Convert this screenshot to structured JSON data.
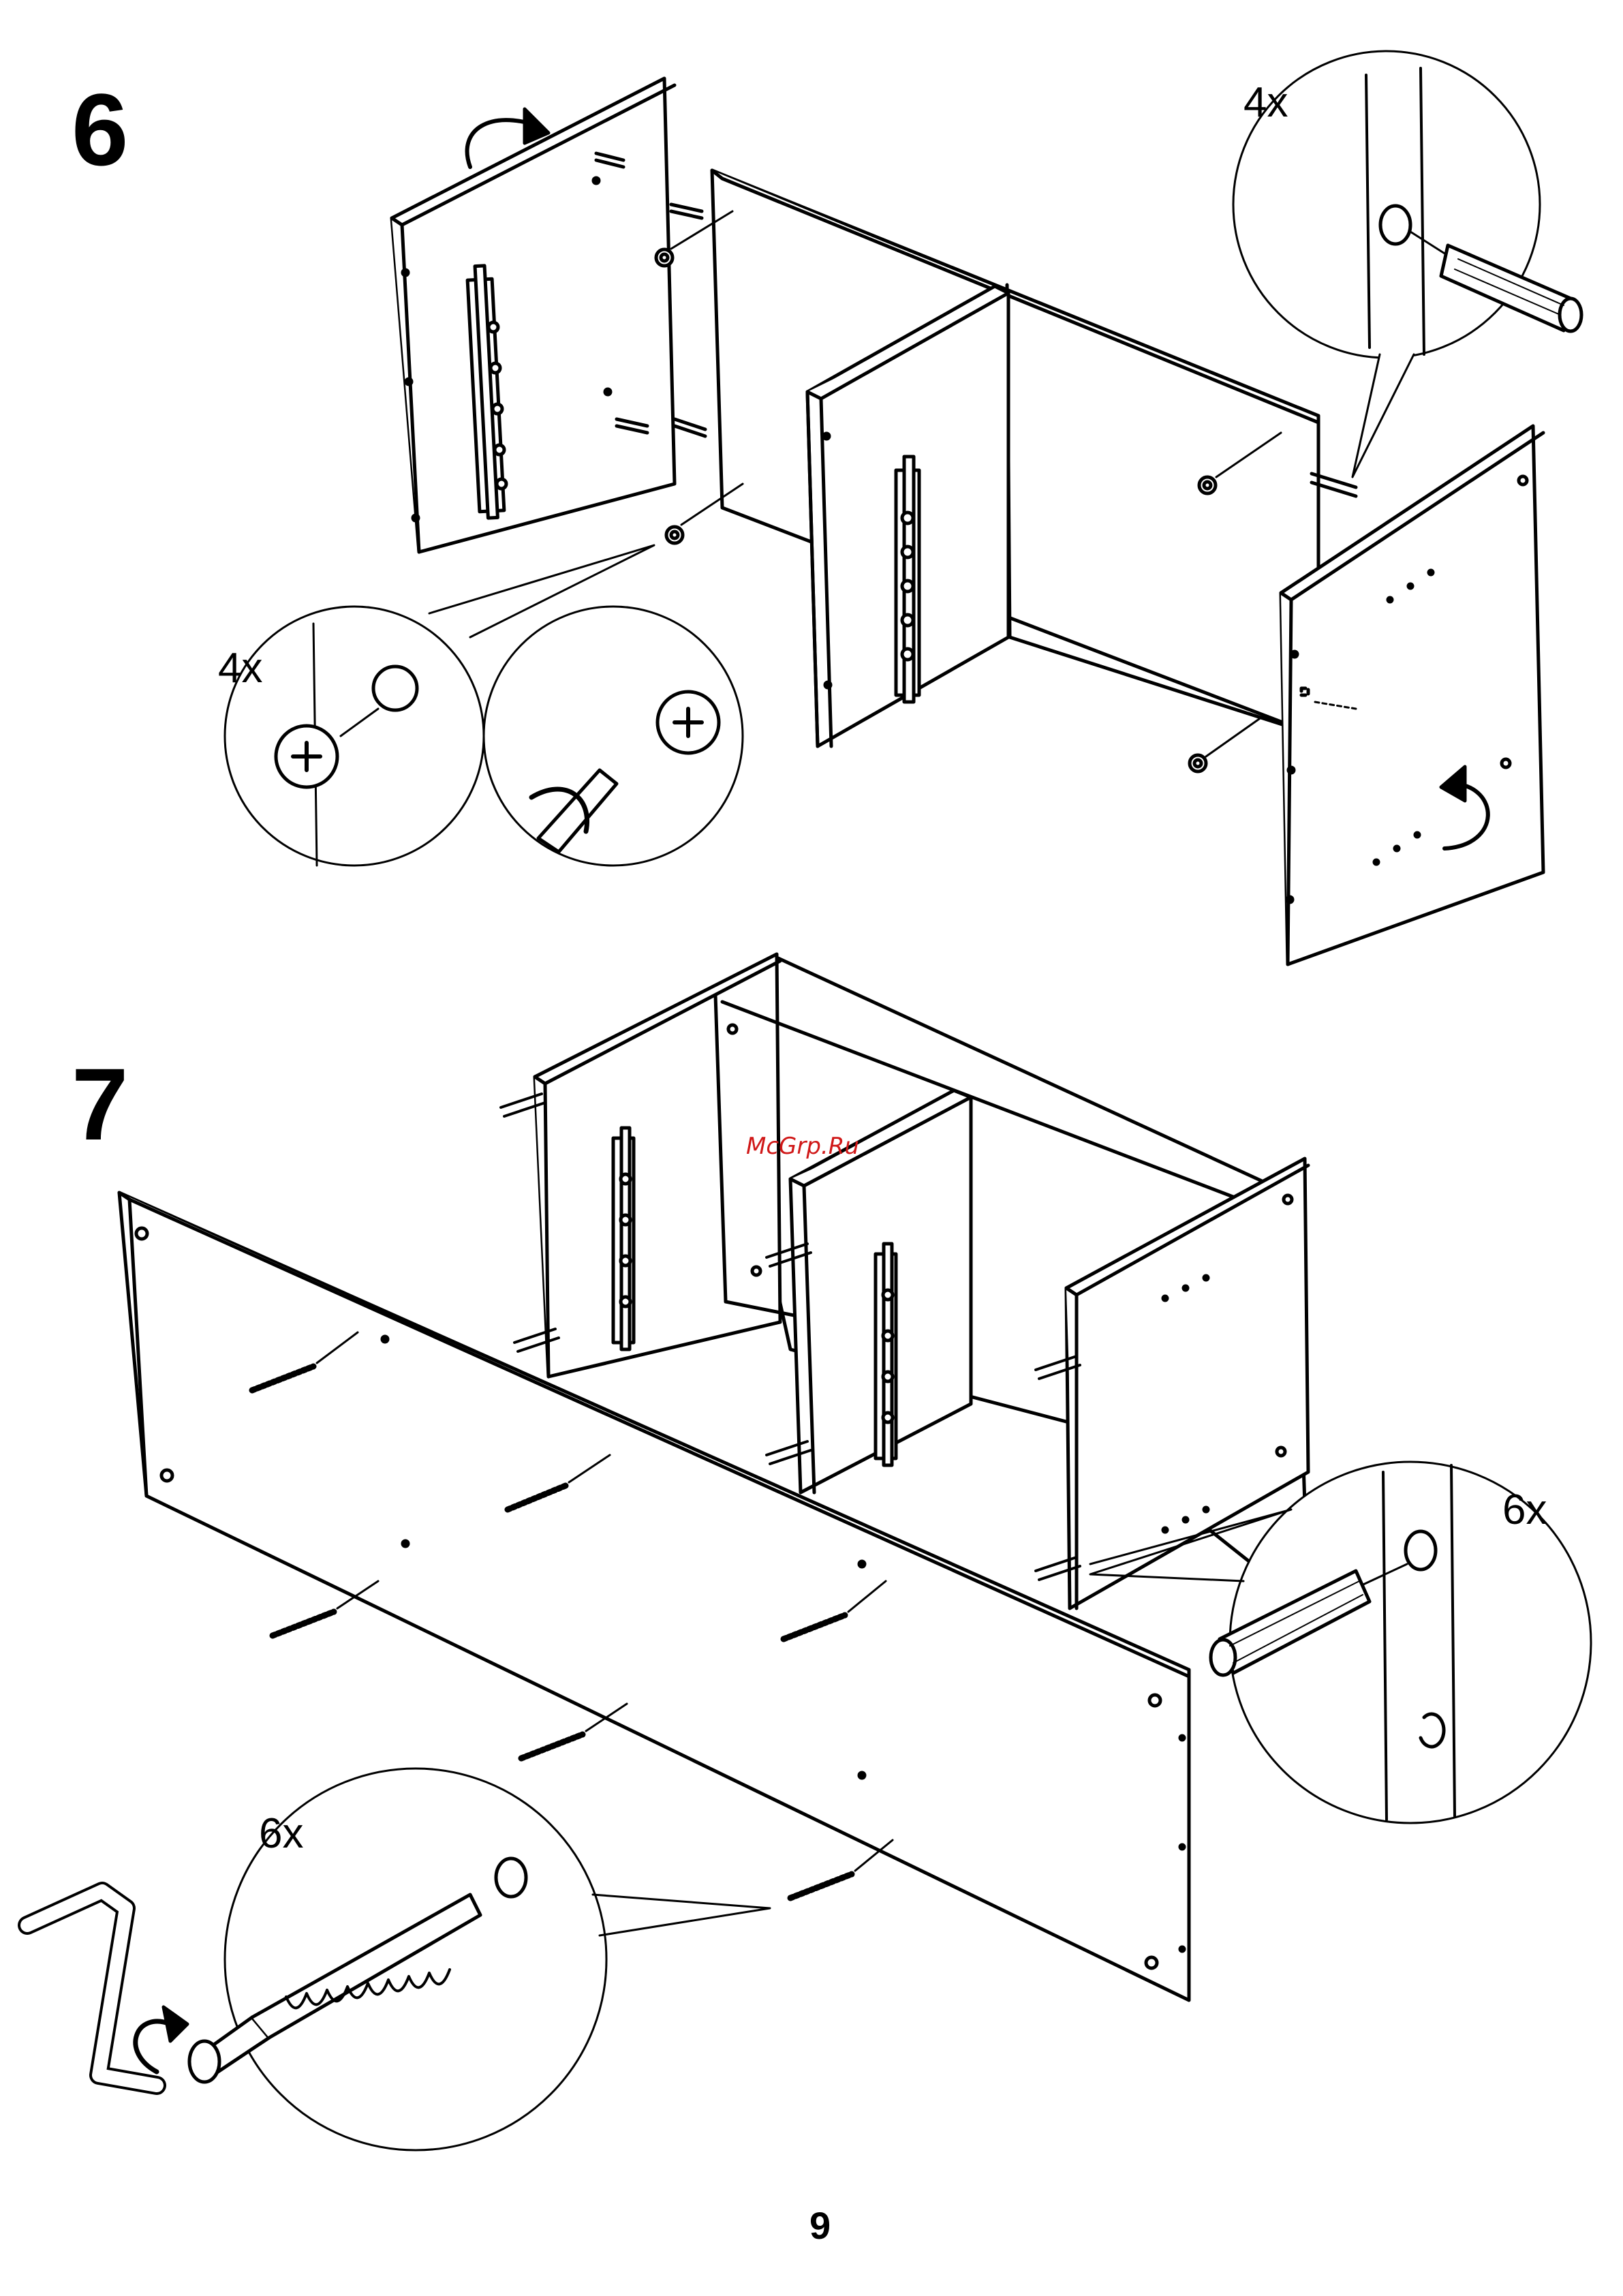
{
  "steps": [
    {
      "number": "6",
      "quantities": [
        "4x",
        "4x"
      ]
    },
    {
      "number": "7",
      "quantities": [
        "6x",
        "6x"
      ]
    }
  ],
  "watermark": "McGrp.Ru",
  "page_number": "9",
  "colors": {
    "ink": "#000000",
    "paper": "#ffffff",
    "watermark": "#d01818"
  }
}
